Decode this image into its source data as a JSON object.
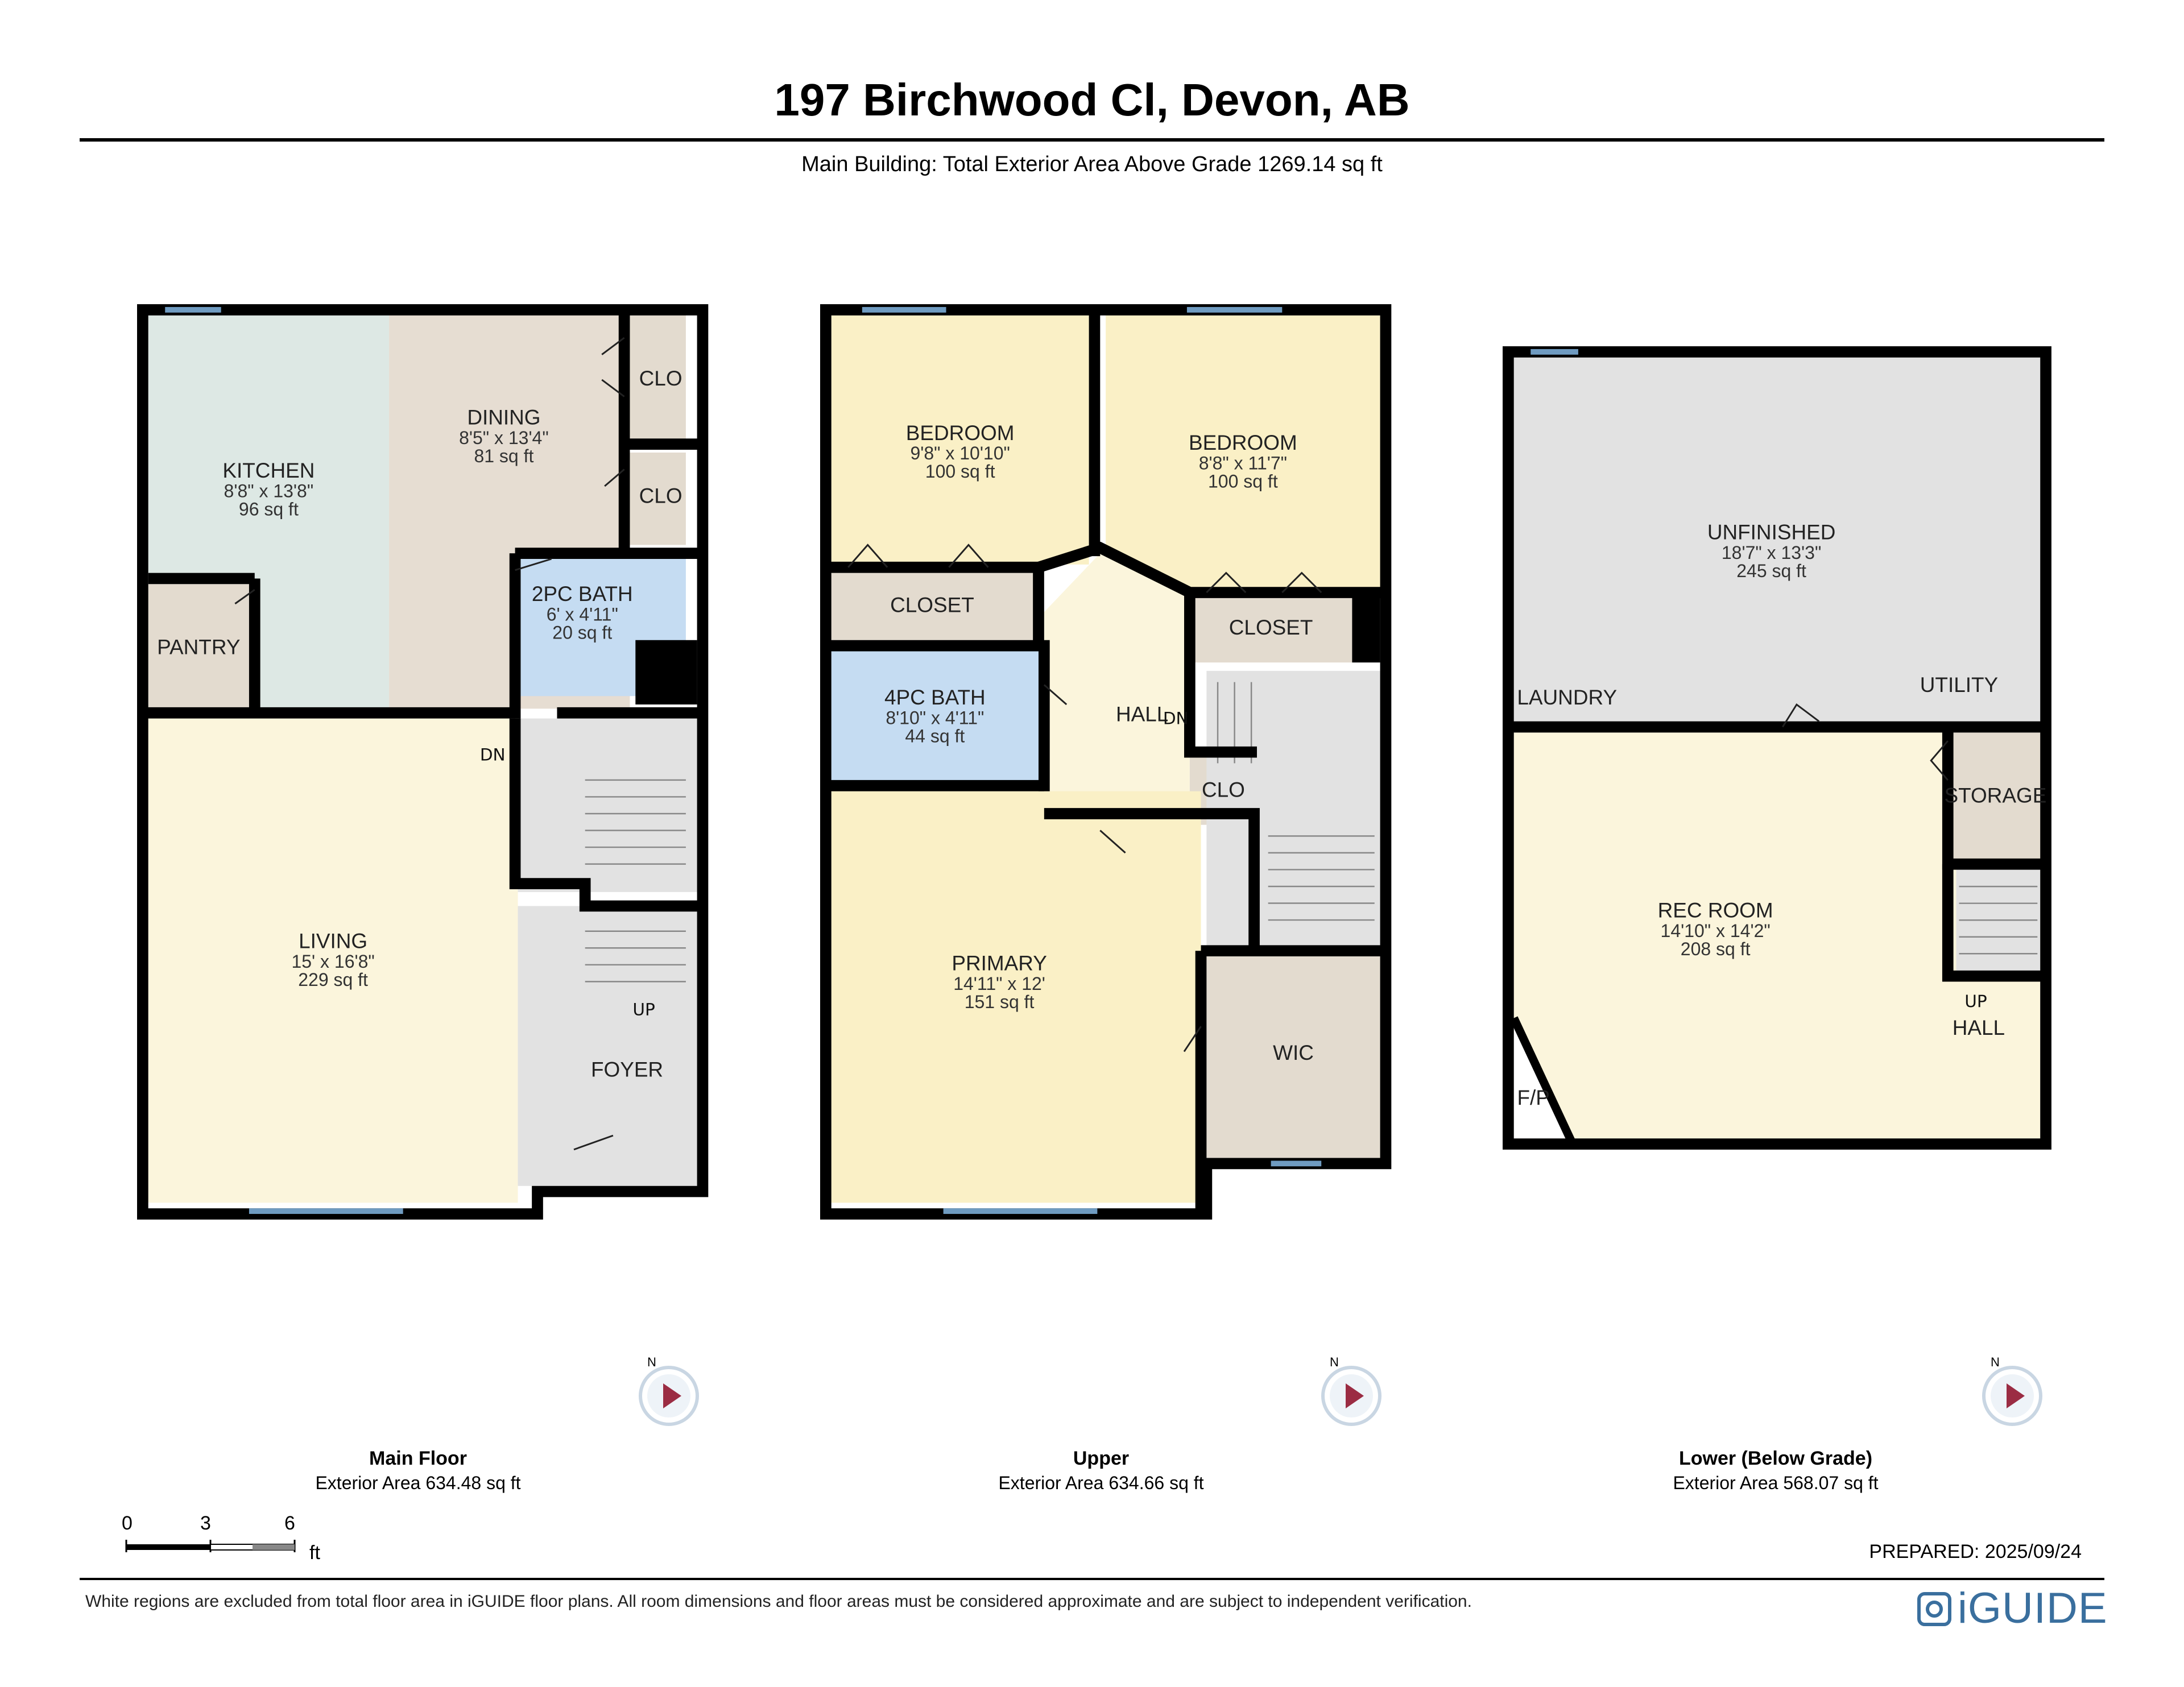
{
  "header": {
    "title": "197 Birchwood Cl, Devon, AB",
    "subtitle": "Main Building: Total Exterior Area Above Grade 1269.14 sq ft"
  },
  "colors": {
    "wall": "#000000",
    "kitchen": "#dde8e4",
    "dining": "#e6ddd2",
    "living": "#fbf5dc",
    "bath": "#c5dcf2",
    "bedroom": "#faf0c6",
    "utility": "#e2e2e2",
    "closet": "#e3dbcf",
    "window": "#6f9bc1",
    "compass": "#9b2c43",
    "brand": "#3a6f9e"
  },
  "floors": [
    {
      "name": "Main Floor",
      "area": "Exterior Area 634.48 sq ft",
      "rooms": [
        {
          "name": "KITCHEN",
          "dims": "8'8\" x 13'8\"",
          "area": "96 sq ft"
        },
        {
          "name": "DINING",
          "dims": "8'5\" x 13'4\"",
          "area": "81 sq ft"
        },
        {
          "name": "CLO"
        },
        {
          "name": "CLO"
        },
        {
          "name": "2PC BATH",
          "dims": "6' x 4'11\"",
          "area": "20 sq ft"
        },
        {
          "name": "PANTRY"
        },
        {
          "name": "LIVING",
          "dims": "15' x 16'8\"",
          "area": "229 sq ft"
        },
        {
          "name": "FOYER"
        }
      ],
      "marks": [
        "DN",
        "UP"
      ]
    },
    {
      "name": "Upper",
      "area": "Exterior Area 634.66 sq ft",
      "rooms": [
        {
          "name": "BEDROOM",
          "dims": "9'8\" x 10'10\"",
          "area": "100 sq ft"
        },
        {
          "name": "BEDROOM",
          "dims": "8'8\" x 11'7\"",
          "area": "100 sq ft"
        },
        {
          "name": "CLOSET"
        },
        {
          "name": "CLOSET"
        },
        {
          "name": "HALL"
        },
        {
          "name": "4PC BATH",
          "dims": "8'10\" x 4'11\"",
          "area": "44 sq ft"
        },
        {
          "name": "CLO"
        },
        {
          "name": "PRIMARY",
          "dims": "14'11\" x 12'",
          "area": "151 sq ft"
        },
        {
          "name": "WIC"
        }
      ],
      "marks": [
        "DN"
      ]
    },
    {
      "name": "Lower (Below Grade)",
      "area": "Exterior Area 568.07 sq ft",
      "rooms": [
        {
          "name": "UNFINISHED",
          "dims": "18'7\" x 13'3\"",
          "area": "245 sq ft"
        },
        {
          "name": "LAUNDRY"
        },
        {
          "name": "UTILITY"
        },
        {
          "name": "STORAGE"
        },
        {
          "name": "REC ROOM",
          "dims": "14'10\" x 14'2\"",
          "area": "208 sq ft"
        },
        {
          "name": "F/P"
        },
        {
          "name": "HALL"
        }
      ],
      "marks": [
        "UP"
      ]
    }
  ],
  "compass": {
    "label": "N"
  },
  "scale": {
    "ticks": [
      "0",
      "3",
      "6"
    ],
    "unit": "ft"
  },
  "footer": {
    "prepared": "PREPARED: 2025/09/24",
    "disclaimer": "White regions are excluded from total floor area in iGUIDE floor plans. All room dimensions and floor areas must be considered approximate and are subject to independent verification.",
    "brand": "iGUIDE"
  }
}
